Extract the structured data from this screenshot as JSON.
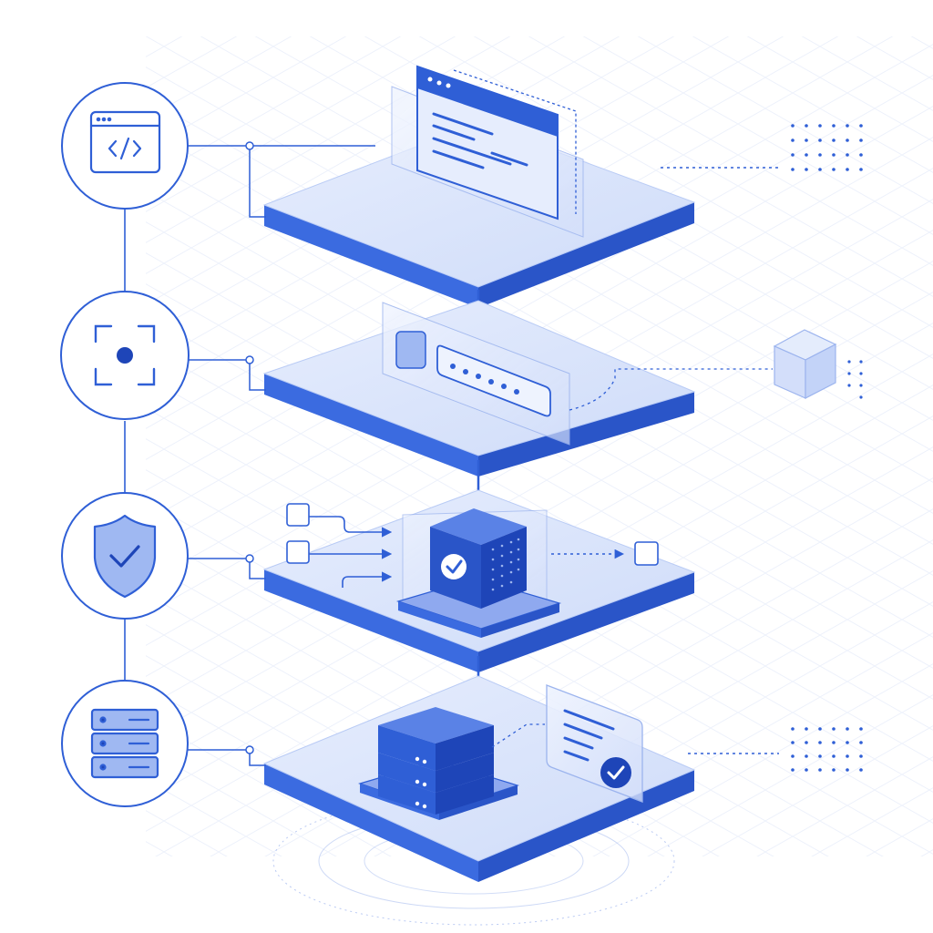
{
  "diagram": {
    "layers": [
      {
        "id": "code",
        "icon": "code-icon",
        "detail": "browser-window"
      },
      {
        "id": "capture",
        "icon": "focus-capture-icon",
        "detail": "password-field"
      },
      {
        "id": "security",
        "icon": "shield-check-icon",
        "detail": "verified-compute-cube"
      },
      {
        "id": "storage",
        "icon": "server-stack-icon",
        "detail": "database-with-verified-document"
      }
    ],
    "colors": {
      "primary": "#2f5fd6",
      "dark": "#1e45b8",
      "plate_top": "#dbe5fb",
      "plate_side": "#3b6be0",
      "plate_side_dark": "#2a55c8",
      "panel_fill": "#e4ecfc",
      "stroke_light": "#9cb4ee",
      "grid": "#e9eefb",
      "background": "#ffffff"
    }
  }
}
